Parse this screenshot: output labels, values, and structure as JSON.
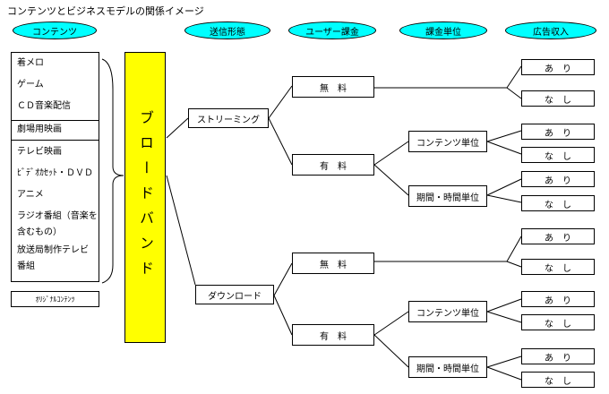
{
  "title": "コンテンツとビジネスモデルの関係イメージ",
  "headers": {
    "contents": "コンテンツ",
    "transmission": "送信形態",
    "user_fee": "ユーザー課金",
    "fee_unit": "課金単位",
    "ad_revenue": "広告収入"
  },
  "contents_list": {
    "group1": [
      "着メロ",
      "ゲーム",
      "ＣＤ音楽配信"
    ],
    "group2": [
      "劇場用映画"
    ],
    "group3": [
      "テレビ映画",
      "ﾋﾞﾃﾞｵｶｾｯﾄ・ＤＶＤ",
      "アニメ",
      "ラジオ番組（音楽を",
      "含むもの）",
      "放送局制作テレビ",
      "番組"
    ]
  },
  "original_contents": "ｵﾘｼﾞﾅﾙｺﾝﾃﾝﾂ",
  "broadband": "ブロードバンド",
  "modes": {
    "streaming": "ストリーミング",
    "download": "ダウンロード"
  },
  "fees": {
    "free": "無　料",
    "paid": "有　料"
  },
  "units": {
    "per_content": "コンテンツ単位",
    "per_time": "期間・時間単位"
  },
  "ads": {
    "yes": "あ　り",
    "no": "な　し"
  },
  "colors": {
    "header_fill": "#00ffff",
    "broadband_fill": "#ffff00",
    "line": "#000000"
  }
}
